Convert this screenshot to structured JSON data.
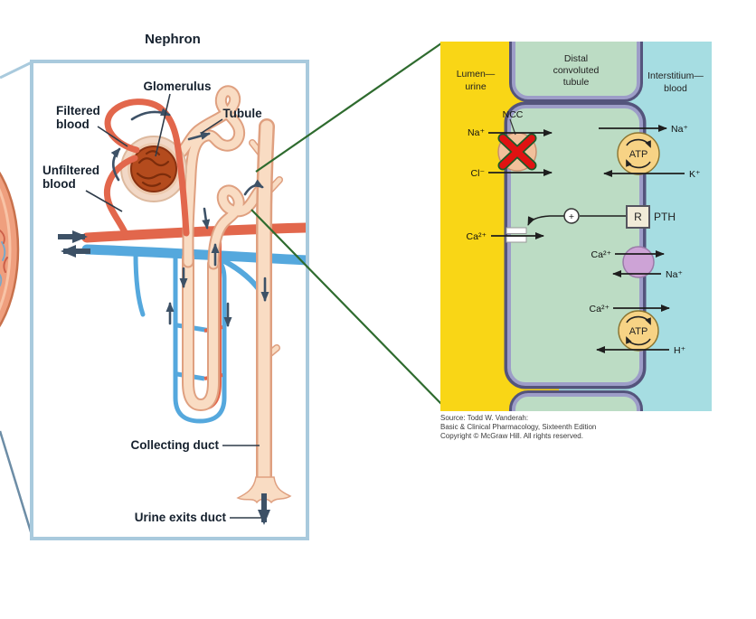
{
  "nephron": {
    "title": "Nephron",
    "labels": {
      "glomerulus": "Glomerulus",
      "filtered_blood_1": "Filtered",
      "filtered_blood_2": "blood",
      "tubule": "Tubule",
      "unfiltered_blood_1": "Unfiltered",
      "unfiltered_blood_2": "blood",
      "collecting_duct": "Collecting duct",
      "urine_exits_duct": "Urine exits duct"
    }
  },
  "cell_diagram": {
    "regions": {
      "lumen_1": "Lumen—",
      "lumen_2": "urine",
      "tubule_1": "Distal",
      "tubule_2": "convoluted",
      "tubule_3": "tubule",
      "interstitium_1": "Interstitium—",
      "interstitium_2": "blood"
    },
    "transporters": {
      "ncc": "NCC",
      "atp_top": "ATP",
      "atp_bottom": "ATP",
      "receptor": "R",
      "pth": "PTH",
      "plus": "+"
    },
    "ions": {
      "na_lumen": "Na⁺",
      "cl_lumen": "Cl⁻",
      "ca_lumen": "Ca²⁺",
      "na_out_top": "Na⁺",
      "k_in": "K⁺",
      "ca_mid": "Ca²⁺",
      "na_in_mid": "Na⁺",
      "ca_bottom": "Ca²⁺",
      "h_in": "H⁺"
    },
    "colors": {
      "lumen_yellow": "#f9d616",
      "cell_green": "#bcdcc4",
      "interstitium_blue": "#a6dde2",
      "membrane_dark": "#54547c",
      "membrane_light": "#9d9dc8",
      "atp_yellow": "#f7d385",
      "exchanger_violet": "#cda3d6",
      "blocked_x_red": "#e01212",
      "ncc_circle": "#f2c09b"
    }
  },
  "connectors": {
    "zoom_line_green": "#2e6b2e",
    "box_border_blue": "#a9cadd",
    "artery_red": "#e2674c",
    "vein_blue": "#55a8dd",
    "tubule_beige": "#f9dcc3"
  },
  "source": {
    "line1": "Source: Todd W. Vanderah:",
    "line2": "Basic & Clinical Pharmacology, Sixteenth Edition",
    "line3": "Copyright © McGraw Hill. All rights reserved."
  }
}
